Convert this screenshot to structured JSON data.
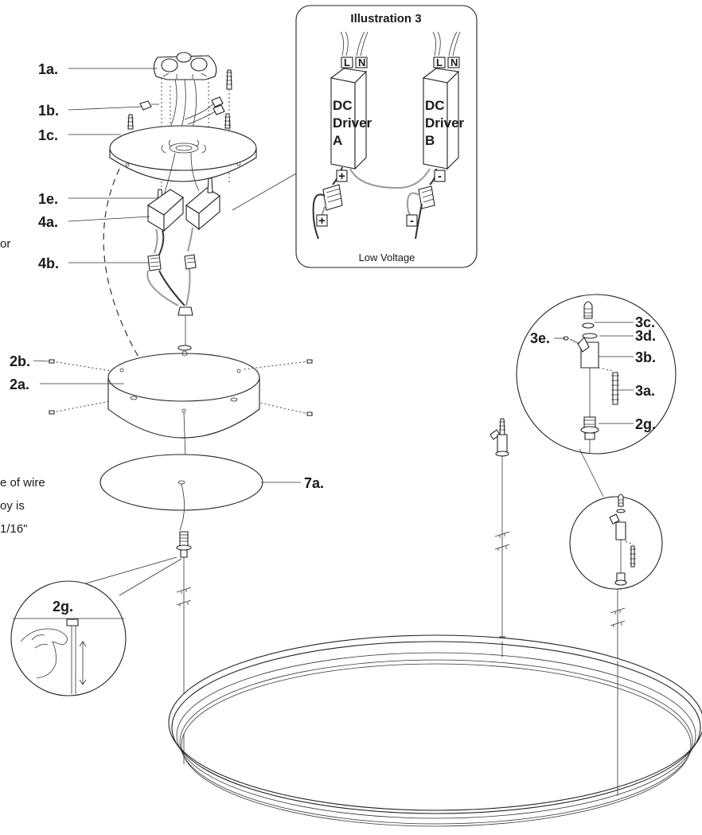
{
  "left_text_fragments": {
    "line1": "or",
    "line2": "e of wire",
    "line3": "oy is",
    "line4": "1/16\""
  },
  "labels": {
    "l1a": "1a.",
    "l1b": "1b.",
    "l1c": "1c.",
    "l1e": "1e.",
    "l4a": "4a.",
    "l4b": "4b.",
    "l2b": "2b.",
    "l2a": "2a.",
    "l7a": "7a.",
    "l2g_zoom": "2g."
  },
  "illustration3": {
    "title": "Illustration 3",
    "driver_a": {
      "line1": "DC",
      "line2": "Driver",
      "line3": "A"
    },
    "driver_b": {
      "line1": "DC",
      "line2": "Driver",
      "line3": "B"
    },
    "live": "L",
    "neutral": "N",
    "plus": "+",
    "minus": "-",
    "footer": "Low Voltage"
  },
  "detail_callout": {
    "l3c": "3c.",
    "l3d": "3d.",
    "l3e": "3e.",
    "l3b": "3b.",
    "l3a": "3a.",
    "l2g": "2g."
  }
}
